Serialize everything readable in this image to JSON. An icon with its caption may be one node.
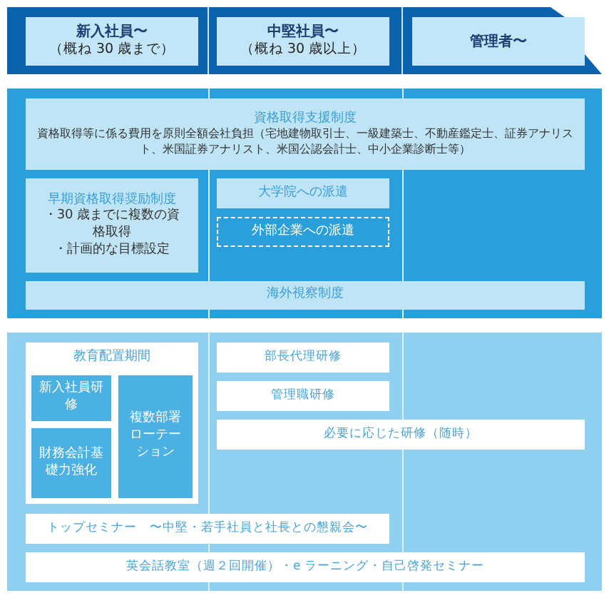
{
  "diagram": {
    "nodes": [
      {
        "text": [],
        "shape": "arrow"
      },
      {
        "text": [
          "新入社員〜",
          "（概ね 30 歳まで）"
        ],
        "in": 0
      },
      {
        "text": [
          "中堅社員〜",
          "（概ね 30 歳以上）"
        ],
        "in": 0
      },
      {
        "text": [
          "管理者〜"
        ],
        "in": 0
      },
      {
        "text": [],
        "shape": "box"
      },
      {
        "text": [
          "資格取得支援制度",
          "資格取得等に係る費用を原則全額会社負担（宅地建物取引士、一級建築士、不動産鑑定士、証券アナリスト、米国証券アナリスト、米国公認会計士、中小企業診断士等）"
        ],
        "in": 4
      },
      {
        "text": [
          "早期資格取得奨励制度",
          "・30 歳までに複数の資格取得",
          "・計画的な目標設定"
        ],
        "in": 4
      },
      {
        "text": [
          "大学院への派遣"
        ],
        "in": 4
      },
      {
        "text": [
          "外部企業への派遣"
        ],
        "in": 4
      },
      {
        "text": [
          "海外視察制度"
        ],
        "in": 4
      },
      {
        "text": [],
        "shape": "box"
      },
      {
        "text": [
          "教育配置期間"
        ],
        "in": 10
      },
      {
        "text": [
          "新入社員研修"
        ],
        "in": 11
      },
      {
        "text": [
          "財務会計基礎力強化"
        ],
        "in": 11
      },
      {
        "text": [
          "複数部署ローテーション"
        ],
        "in": 11
      },
      {
        "text": [
          "部長代理研修"
        ],
        "in": 10
      },
      {
        "text": [
          "管理職研修"
        ],
        "in": 10
      },
      {
        "text": [
          "必要に応じた研修（随時）"
        ],
        "in": 10
      },
      {
        "text": [
          "トップセミナー　〜中堅・若手社員と社長との懇親会〜"
        ],
        "in": 10
      },
      {
        "text": [
          "英会話教室（週２回開催）・e ラーニング・自己啓発セミナー"
        ],
        "in": 10
      }
    ]
  }
}
